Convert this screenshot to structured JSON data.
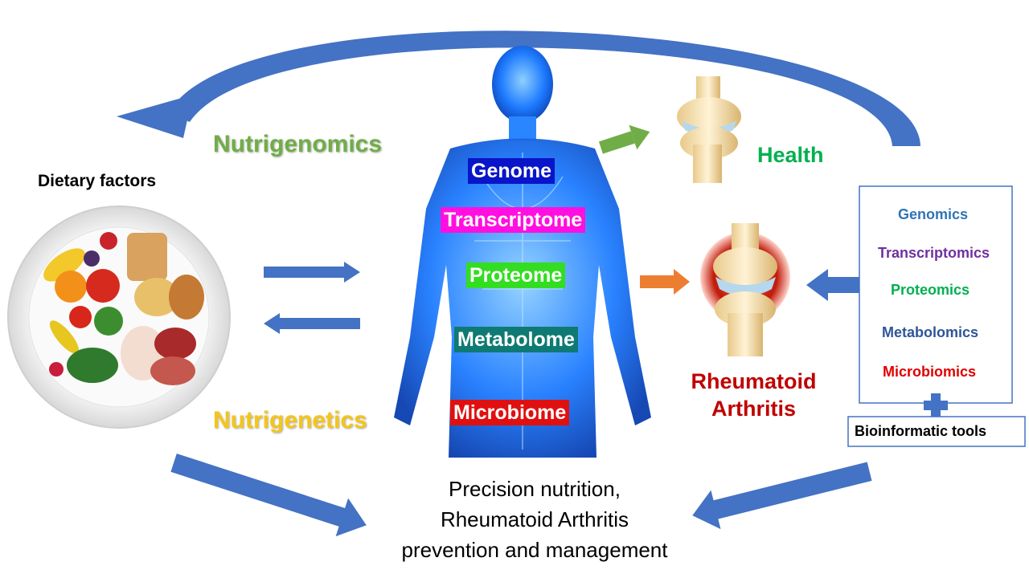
{
  "labels": {
    "dietary_factors": "Dietary factors",
    "nutrigenomics": "Nutrigenomics",
    "nutrigenetics": "Nutrigenetics",
    "health": "Health",
    "ra_line1": "Rheumatoid",
    "ra_line2": "Arthritis",
    "bioinformatic_tools": "Bioinformatic tools",
    "outcome_line1": "Precision nutrition,",
    "outcome_line2": "Rheumatoid Arthritis",
    "outcome_line3": "prevention and management"
  },
  "body_omics": [
    {
      "label": "Genome",
      "color": "#0a14c8"
    },
    {
      "label": "Transcriptome",
      "color": "#ff10e0"
    },
    {
      "label": "Proteome",
      "color": "#33dd22"
    },
    {
      "label": "Metabolome",
      "color": "#0e7a73"
    },
    {
      "label": "Microbiome",
      "color": "#e01010"
    }
  ],
  "omics_tools": [
    {
      "label": "Genomics",
      "color": "#2e75b6"
    },
    {
      "label": "Transcriptomics",
      "color": "#7030a0"
    },
    {
      "label": "Proteomics",
      "color": "#00b050"
    },
    {
      "label": "Metabolomics",
      "color": "#2f5597"
    },
    {
      "label": "Microbiomics",
      "color": "#e00000"
    }
  ],
  "colors": {
    "arrow_blue": "#4472c4",
    "arrow_green": "#70ad47",
    "arrow_orange": "#ed7d31",
    "ra_text": "#c00000",
    "health_text": "#00b050",
    "body_blue": "#1e7bff"
  },
  "icons": {
    "plate": "food-plate-icon",
    "healthy_knee": "healthy-knee-icon",
    "arthritic_knee": "arthritic-knee-icon",
    "human_body": "human-body-icon",
    "plus": "plus-icon"
  }
}
